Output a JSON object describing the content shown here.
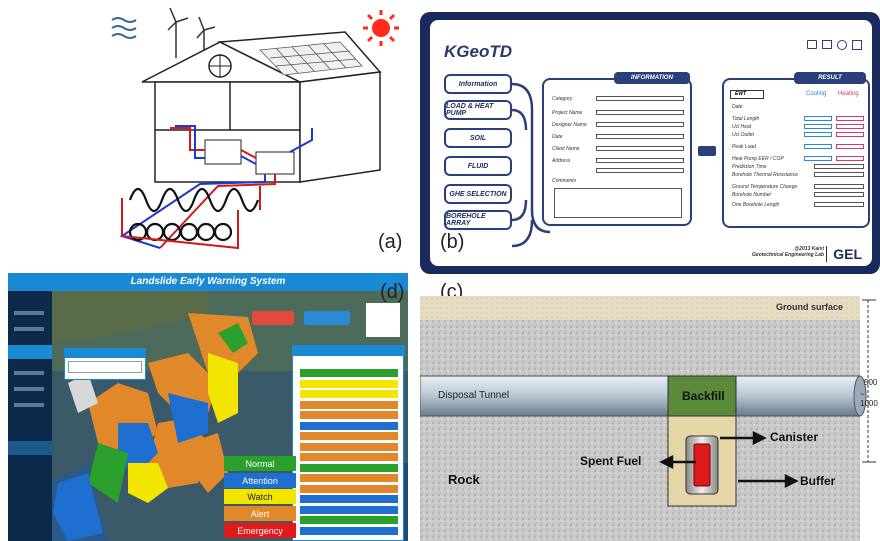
{
  "labels": {
    "a": "(a)",
    "b": "(b)",
    "c": "(c)",
    "d": "(d)"
  },
  "panel_b": {
    "title": "KGeoTD",
    "nav_buttons": [
      "Information",
      "LOAD & HEAT PUMP",
      "SOIL",
      "FLUID",
      "GHE SELECTION",
      "BOREHOLE ARRAY"
    ],
    "info_header": "INFORMATION",
    "info_fields": [
      "Category",
      "Project Name",
      "Designer Name",
      "Date",
      "Client Name",
      "Address"
    ],
    "comments_label": "Comments",
    "result_header": "RESULT",
    "ewt_label": "EWT",
    "cooling_label": "Cooling",
    "heating_label": "Heating",
    "result_rows": [
      "Date",
      "Total Length",
      "Ucl Heat",
      "Ucl Outlet",
      "Peak Load",
      "Heat Pump EER / COP",
      "Prediction Time",
      "Borehole Thermal Resistance",
      "Ground Temperature Change",
      "Borehole Number",
      "One Borehole Length"
    ],
    "footer_line1": "@2013 Kaist",
    "footer_line2": "Geotechnical Engineering Lab",
    "footer_logo": "GEL",
    "colors": {
      "frame": "#1a2a5c",
      "accent": "#2b3f7a",
      "cooling": "#2a8ad4",
      "heating": "#d43a6a"
    }
  },
  "panel_c": {
    "ground_surface": "Ground surface",
    "tunnel": "Disposal Tunnel",
    "backfill": "Backfill",
    "canister": "Canister",
    "spent_fuel": "Spent Fuel",
    "buffer": "Buffer",
    "rock": "Rock",
    "depth_top": "500",
    "depth_bottom": "~ 1000"
  },
  "panel_d": {
    "title": "Landslide Early Warning System",
    "legend": [
      {
        "label": "Normal",
        "color": "#2ca02c"
      },
      {
        "label": "Attention",
        "color": "#1f6fd0"
      },
      {
        "label": "Watch",
        "color": "#f2e600"
      },
      {
        "label": "Alert",
        "color": "#e0882a"
      },
      {
        "label": "Emergency",
        "color": "#e01a1a"
      }
    ],
    "table_rows": [
      "#2ca02c",
      "#f2e600",
      "#f2e600",
      "#e0882a",
      "#e0882a",
      "#1f6fd0",
      "#e0882a",
      "#e0882a",
      "#e0882a",
      "#2ca02c",
      "#e0882a",
      "#e0882a",
      "#1f6fd0",
      "#1f6fd0",
      "#2ca02c",
      "#1f6fd0"
    ]
  }
}
